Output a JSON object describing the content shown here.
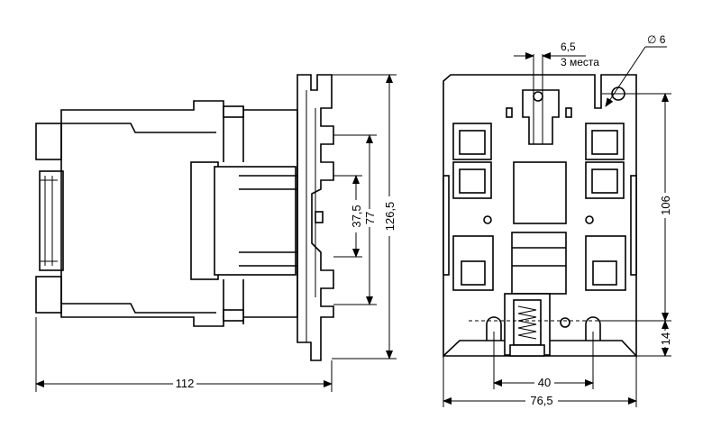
{
  "dimensions": {
    "side_width": "112",
    "side_height_total": "126,5",
    "side_height_mid": "77",
    "side_height_inner": "37,5",
    "front_width": "76,5",
    "front_hole_spacing": "40",
    "front_height": "106",
    "front_bottom_offset": "14",
    "slot_width": "6,5",
    "slot_note": "3 места",
    "hole_diameter": "∅ 6"
  }
}
